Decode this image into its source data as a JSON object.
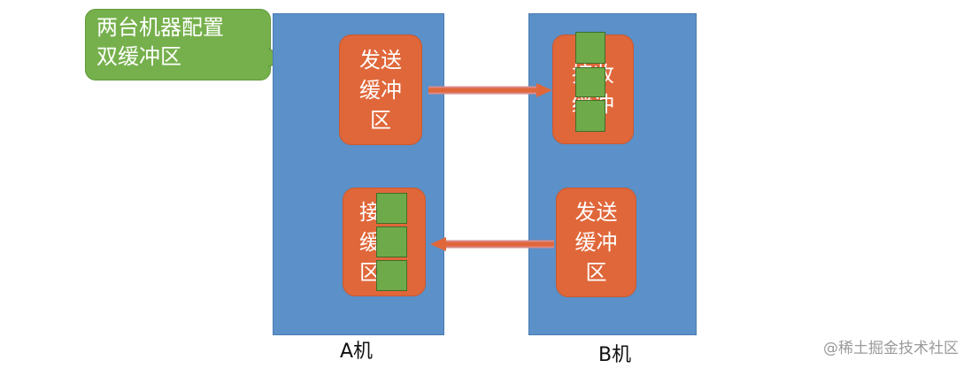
{
  "callout": {
    "line1": "两台机器配置",
    "line2": "双缓冲区"
  },
  "machine_a": {
    "label": "A机",
    "send_buffer": {
      "line1": "发送",
      "line2": "缓冲",
      "line3": "区"
    },
    "receive_buffer": {
      "line1": "接",
      "line2": "缓",
      "line3": "区"
    }
  },
  "machine_b": {
    "label": "B机",
    "receive_buffer": {
      "line1": "接收",
      "line2": "缓冲",
      "line3": ""
    },
    "send_buffer": {
      "line1": "发送",
      "line2": "缓冲",
      "line3": "区"
    }
  },
  "watermark": "@稀土掘金技术社区",
  "colors": {
    "machine": "#5B90C8",
    "buffer": "#E0673A",
    "data_cell": "#6FAA4A",
    "callout": "#76B04C"
  }
}
